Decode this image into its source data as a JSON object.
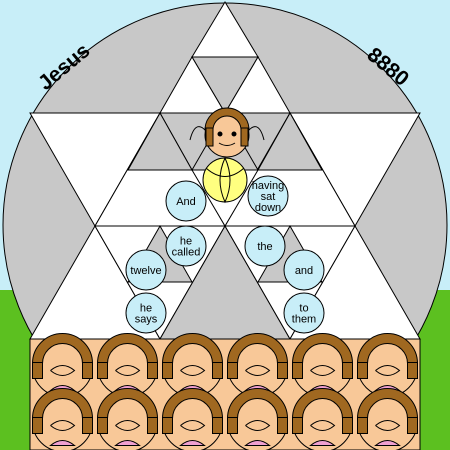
{
  "corner_labels": {
    "left": "Jesus",
    "right": "8880"
  },
  "words": [
    {
      "lines": [
        "And"
      ]
    },
    {
      "lines": [
        "having",
        "sat",
        "down"
      ]
    },
    {
      "lines": [
        "he",
        "called"
      ]
    },
    {
      "lines": [
        "the"
      ]
    },
    {
      "lines": [
        "twelve"
      ]
    },
    {
      "lines": [
        "and"
      ]
    },
    {
      "lines": [
        "he",
        "says"
      ]
    },
    {
      "lines": [
        "to",
        "them"
      ]
    }
  ],
  "colors": {
    "sky": "#c8eef8",
    "grass": "#5cc020",
    "disc": "#c8c8c8",
    "triangle_light": "#ffffff",
    "triangle_grey": "#c8c8c8",
    "word_circle": "#c8eef8",
    "halo": "#ffff80",
    "skin": "#f8c898",
    "hair": "#a06820",
    "lotus": "#f0a0d0"
  },
  "icons": [
    "jesus-face-icon",
    "halo-icon",
    "apostle-face-icon",
    "lotus-icon"
  ],
  "crowd": {
    "rows": 2,
    "columns": 6
  }
}
